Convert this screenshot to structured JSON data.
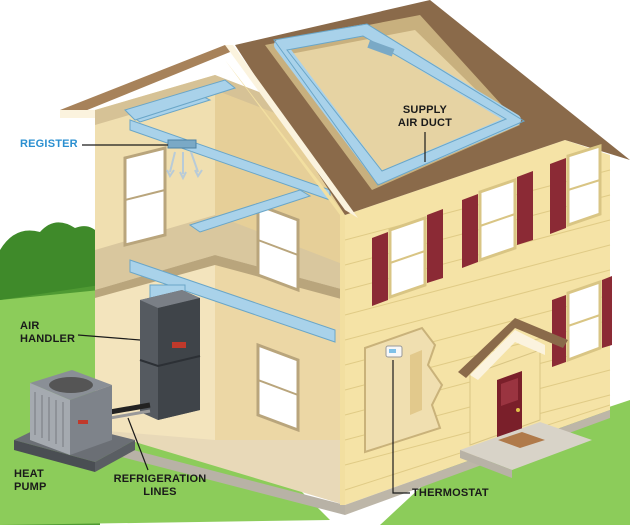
{
  "labels": {
    "register": "REGISTER",
    "supply_air_duct_line1": "SUPPLY",
    "supply_air_duct_line2": "AIR DUCT",
    "air_handler_line1": "AIR",
    "air_handler_line2": "HANDLER",
    "heat_pump_line1": "HEAT",
    "heat_pump_line2": "PUMP",
    "refrigeration_line1": "REFRIGERATION",
    "refrigeration_line2": "LINES",
    "thermostat": "THERMOSTAT"
  },
  "colors": {
    "register_label": "#2a8fd0",
    "other_labels": "#1a1a1a",
    "duct": "#a9d2ea",
    "siding": "#f5e3a6",
    "roof": "#8a6a4a",
    "shutters": "#8b2a35",
    "door": "#7a1f2a",
    "grass": "#5fa83a"
  },
  "icons": [
    "house-cutaway-illustration",
    "heat-pump-unit",
    "air-handler-unit",
    "thermostat-device",
    "register-vent"
  ]
}
